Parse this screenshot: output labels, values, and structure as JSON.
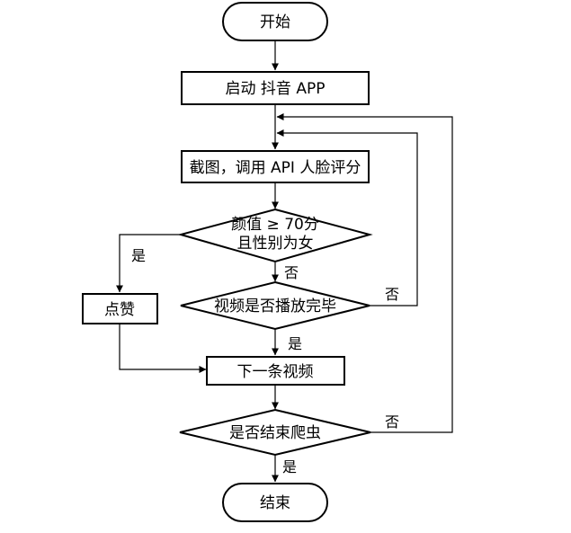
{
  "nodes": {
    "start": "开始",
    "launch": "启动 抖音 APP",
    "capture": "截图，调用 API 人脸评分",
    "check_line1": "颜值 ≥ 70分",
    "check_line2": "且性别为女",
    "like": "点赞",
    "video_done": "视频是否播放完毕",
    "next": "下一条视频",
    "end_crawl": "是否结束爬虫",
    "end": "结束"
  },
  "edges": {
    "check_yes": "是",
    "check_no": "否",
    "video_done_no": "否",
    "video_done_yes": "是",
    "end_crawl_no": "否",
    "end_crawl_yes": "是"
  }
}
